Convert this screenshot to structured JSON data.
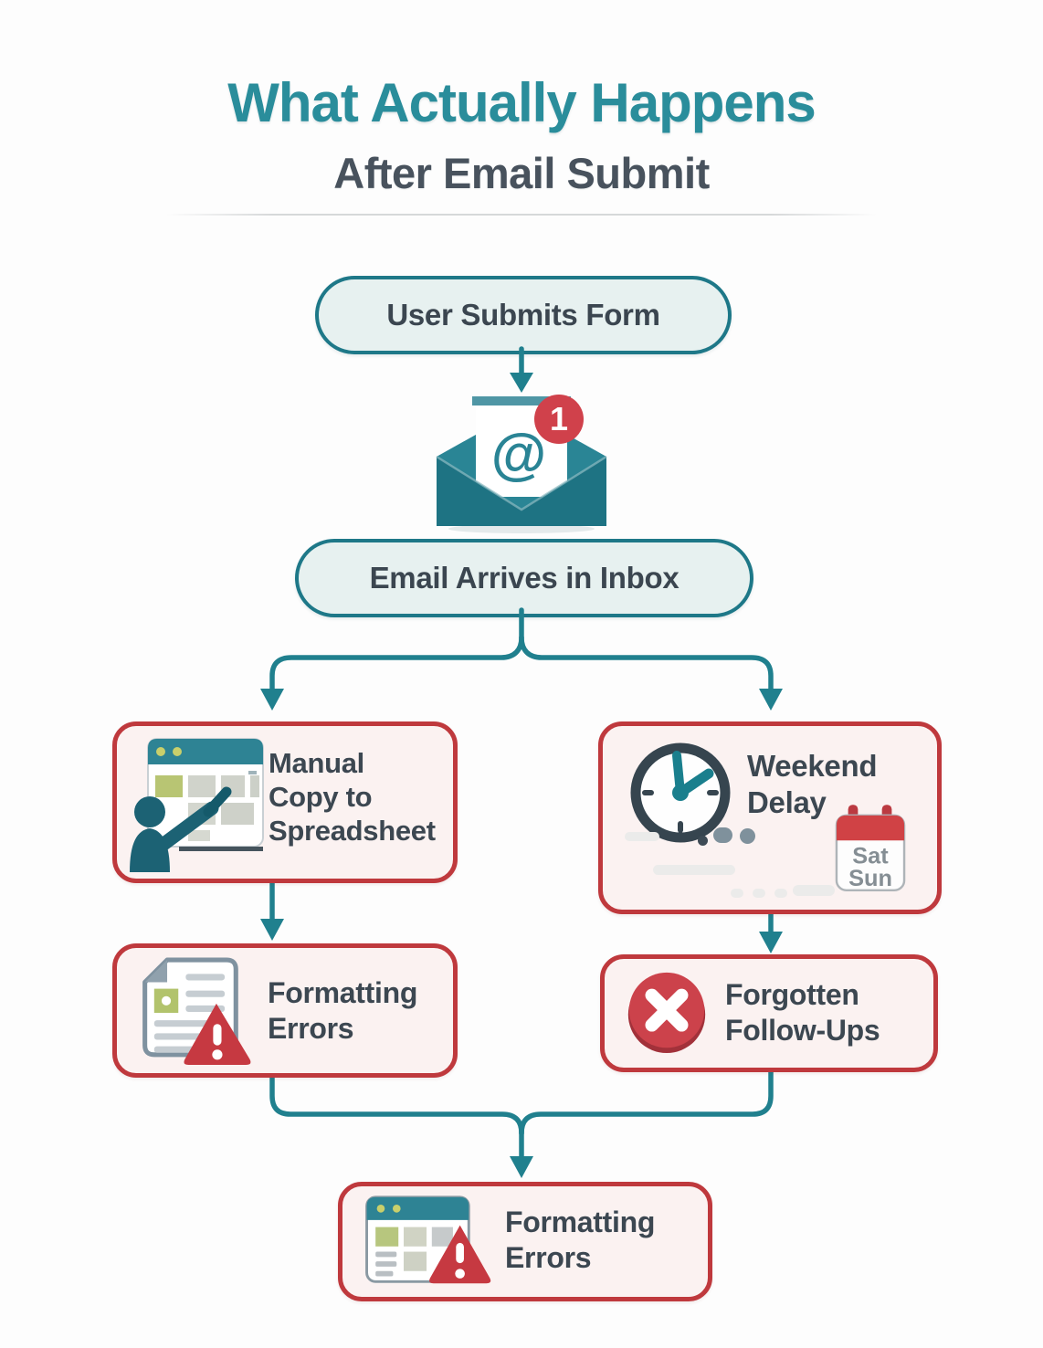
{
  "title": {
    "line1": "What Actually Happens",
    "line2": "After Email Submit"
  },
  "flow": {
    "step1": {
      "label": "User Submits Form"
    },
    "email": {
      "at_symbol": "@",
      "badge_count": "1"
    },
    "step2": {
      "label": "Email Arrives in Inbox"
    },
    "manual_copy": {
      "lines": [
        "Manual",
        "Copy to",
        "Spreadsheet"
      ]
    },
    "weekend_delay": {
      "lines": [
        "Weekend",
        "Delay"
      ],
      "calendar": {
        "day1": "Sat",
        "day2": "Sun"
      }
    },
    "formatting_errors": {
      "lines": [
        "Formatting",
        "Errors"
      ]
    },
    "forgotten_followups": {
      "lines": [
        "Forgotten",
        "Follow-Ups"
      ]
    },
    "final_formatting_errors": {
      "lines": [
        "Formatting",
        "Errors"
      ]
    }
  },
  "colors": {
    "accent_teal": "#22818F",
    "teal_dark": "#1E7383",
    "title_teal": "#2A8D9B",
    "text_dark": "#3C4751",
    "pill_background": "#E7F1F0",
    "pill_border": "#1E7888",
    "box_border_red": "#BF393D",
    "box_background": "#FBF2F1",
    "badge_red": "#D0414B",
    "warning_red": "#C63941",
    "cell_green": "#B7C573",
    "cell_gray": "#D0D3CB"
  }
}
